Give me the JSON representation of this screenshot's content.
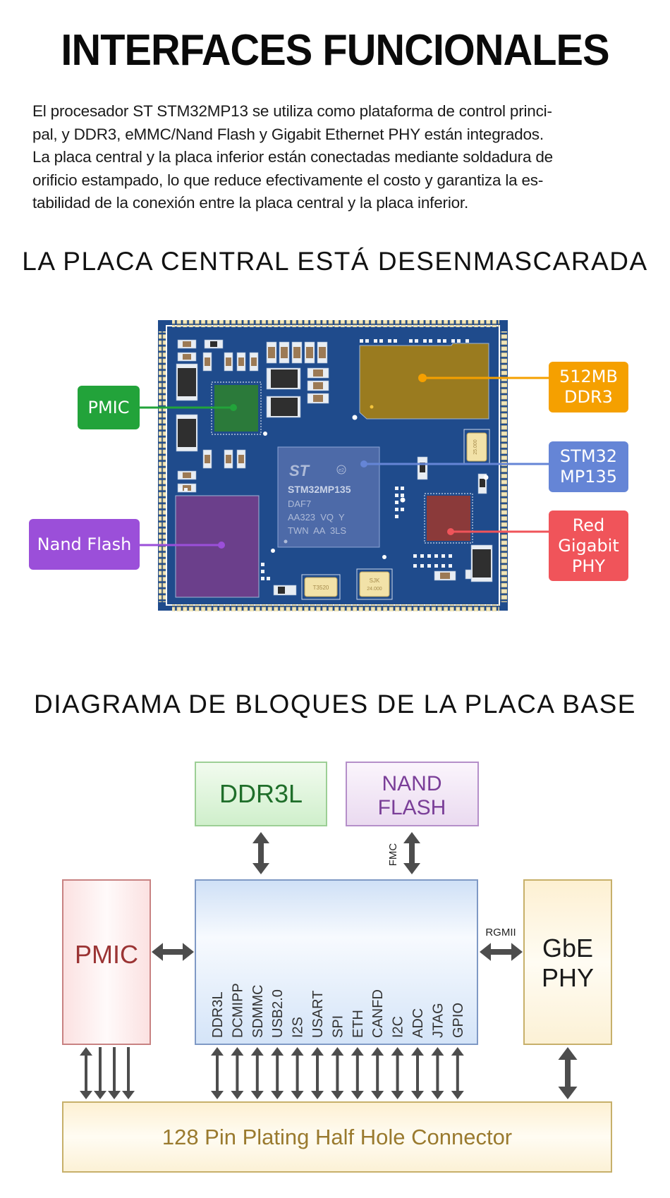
{
  "header": {
    "title": "INTERFACES FUNCIONALES",
    "intro_lines": [
      "El procesador ST STM32MP13 se utiliza como plataforma de control princi-",
      "pal, y DDR3, eMMC/Nand Flash y Gigabit Ethernet PHY están integrados.",
      "La placa central y la placa inferior están conectadas mediante soldadura de",
      "orificio estampado, lo que reduce efectivamente el costo y garantiza la es-",
      "tabilidad de la conexión entre la placa central y la placa inferior."
    ]
  },
  "board_section": {
    "title": "LA PLACA CENTRAL ESTÁ DESENMASCARADA",
    "chip_marking": {
      "logo": "ST",
      "badge": "e2",
      "part": "STM32MP135",
      "line1": "DAF7",
      "line2": "AA323  VQ  Y",
      "line3": "TWN  AA  3LS"
    },
    "crystals": {
      "xtal_25": "25.000",
      "xtal_t3520": "T3520",
      "xtal_sjk_line1": "SJK",
      "xtal_sjk_line2": "24.000"
    },
    "callouts": [
      {
        "id": "pmic",
        "label": "PMIC",
        "color": "#22a33a"
      },
      {
        "id": "nand",
        "label": "Nand Flash",
        "color": "#9b4fd9"
      },
      {
        "id": "ddr3",
        "label": "512MB\nDDR3",
        "lines": [
          "512MB",
          "DDR3"
        ],
        "color": "#f5a000"
      },
      {
        "id": "stm32",
        "label": "STM32\nMP135",
        "lines": [
          "STM32",
          "MP135"
        ],
        "color": "#6585d6"
      },
      {
        "id": "phy",
        "label": "Red\nGigabit\nPHY",
        "lines": [
          "Red",
          "Gigabit",
          "PHY"
        ],
        "color": "#f0545a"
      }
    ]
  },
  "block_section": {
    "title": "DIAGRAMA DE BLOQUES DE LA PLACA BASE",
    "blocks": {
      "ddr3l": "DDR3L",
      "nand_line1": "NAND",
      "nand_line2": "FLASH",
      "pmic": "PMIC",
      "gbe_line1": "GbE",
      "gbe_line2": "PHY",
      "connector": "128 Pin Plating Half Hole Connector"
    },
    "bus_labels": {
      "fmc": "FMC",
      "rgmii": "RGMII"
    },
    "interfaces": [
      "DDR3L",
      "DCMIPP",
      "SDMMC",
      "USB2.0",
      "I2S",
      "USART",
      "SPI",
      "ETH",
      "CANFD",
      "I2C",
      "ADC",
      "JTAG",
      "GPIO"
    ],
    "colors": {
      "arrow": "#4d4d4d",
      "ddr3l_text": "#1f6e2a",
      "nand_text": "#7a3e98",
      "pmic_text": "#9b3434",
      "connector_text": "#9a7a2e"
    }
  }
}
